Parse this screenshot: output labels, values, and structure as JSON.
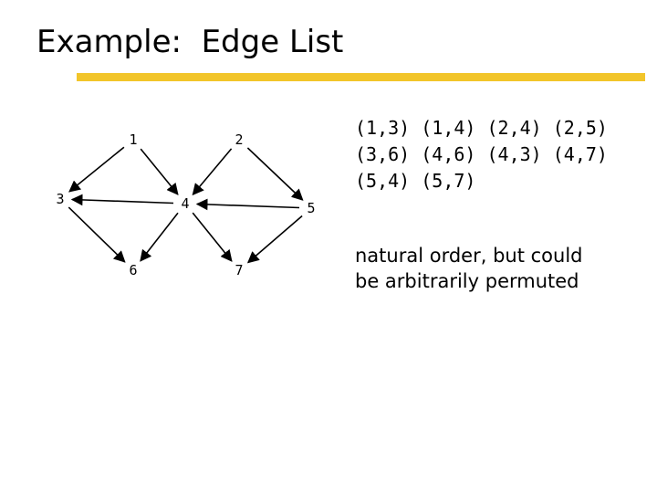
{
  "slide": {
    "title": "Example:  Edge List"
  },
  "graph": {
    "nodes": [
      {
        "id": "1",
        "label": "1"
      },
      {
        "id": "2",
        "label": "2"
      },
      {
        "id": "3",
        "label": "3"
      },
      {
        "id": "4",
        "label": "4"
      },
      {
        "id": "5",
        "label": "5"
      },
      {
        "id": "6",
        "label": "6"
      },
      {
        "id": "7",
        "label": "7"
      }
    ],
    "edges": [
      {
        "from": "1",
        "to": "3"
      },
      {
        "from": "1",
        "to": "4"
      },
      {
        "from": "2",
        "to": "4"
      },
      {
        "from": "2",
        "to": "5"
      },
      {
        "from": "3",
        "to": "6"
      },
      {
        "from": "4",
        "to": "6"
      },
      {
        "from": "4",
        "to": "3"
      },
      {
        "from": "4",
        "to": "7"
      },
      {
        "from": "5",
        "to": "4"
      },
      {
        "from": "5",
        "to": "7"
      }
    ]
  },
  "edge_list": {
    "lines": [
      "(1,3) (1,4) (2,4) (2,5)",
      "(3,6) (4,6) (4,3) (4,7)",
      "(5,4) (5,7)"
    ]
  },
  "note": {
    "lines": [
      "natural order, but could",
      "be arbitrarily permuted"
    ]
  },
  "colors": {
    "accent_rule": "#f2c52a"
  }
}
